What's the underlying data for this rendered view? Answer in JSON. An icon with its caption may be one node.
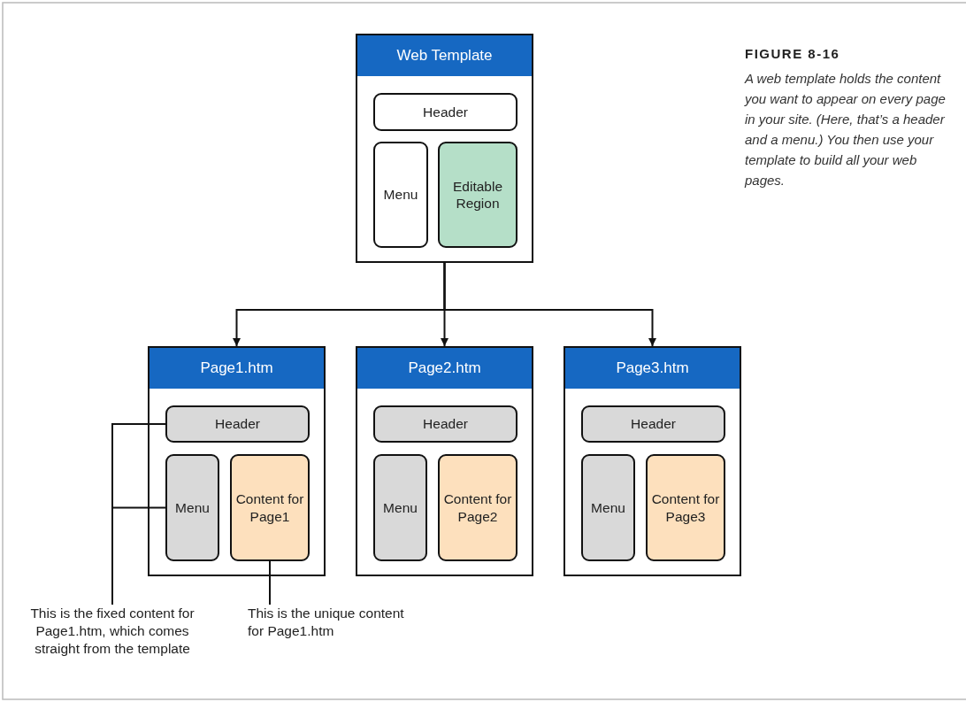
{
  "diagram": {
    "title": "FIGURE 8-16",
    "caption": "A web template holds the content you want to appear on every page in your site. (Here, that’s a header and a menu.) You then use your template to build all your web pages.",
    "nodes": [
      {
        "text": [
          "Web Template"
        ]
      },
      {
        "text": [
          "Header"
        ],
        "in": 0
      },
      {
        "text": [
          "Menu"
        ],
        "in": 0
      },
      {
        "text": [
          "Editable Region"
        ],
        "in": 0
      },
      {
        "text": [
          "Page1.htm"
        ]
      },
      {
        "text": [
          "Header"
        ],
        "in": 4
      },
      {
        "text": [
          "Menu"
        ],
        "in": 4
      },
      {
        "text": [
          "Content for Page1"
        ],
        "in": 4
      },
      {
        "text": [
          "Page2.htm"
        ]
      },
      {
        "text": [
          "Header"
        ],
        "in": 8
      },
      {
        "text": [
          "Menu"
        ],
        "in": 8
      },
      {
        "text": [
          "Content for Page2"
        ],
        "in": 8
      },
      {
        "text": [
          "Page3.htm"
        ]
      },
      {
        "text": [
          "Header"
        ],
        "in": 12
      },
      {
        "text": [
          "Menu"
        ],
        "in": 12
      },
      {
        "text": [
          "Content for Page3"
        ],
        "in": 12
      },
      {
        "text": [
          "This is the fixed content for Page1.htm, which comes straight from the template"
        ]
      },
      {
        "text": [
          "This is the unique content for Page1.htm"
        ]
      }
    ],
    "edges": [
      {
        "from": 0,
        "to": 4,
        "arrow": "to"
      },
      {
        "from": 0,
        "to": 8,
        "arrow": "to"
      },
      {
        "from": 0,
        "to": 12,
        "arrow": "to"
      },
      {
        "from": 16,
        "to": 5,
        "arrow": "none"
      },
      {
        "from": 16,
        "to": 6,
        "arrow": "none"
      },
      {
        "from": 17,
        "to": 7,
        "arrow": "none"
      }
    ]
  }
}
